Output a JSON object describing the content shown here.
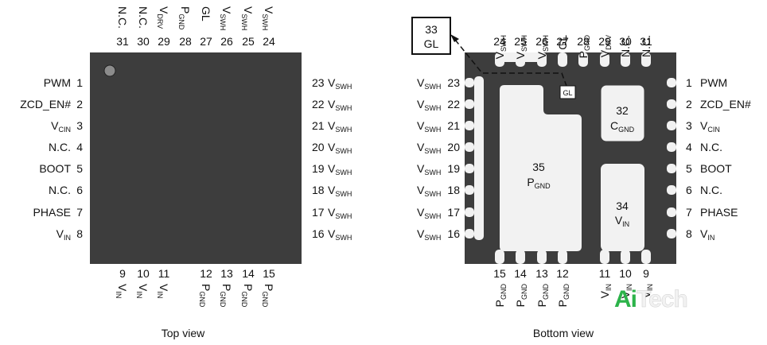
{
  "colors": {
    "package": "#3d3d3d",
    "pad": "#f2f2f2",
    "text": "#111111",
    "watermark_green": "#2cb34a"
  },
  "top_view": {
    "caption": "Top view",
    "left_pins": [
      {
        "name": "PWM",
        "num": "1"
      },
      {
        "name": "ZCD_EN#",
        "num": "2"
      },
      {
        "name": "V",
        "sub": "CIN",
        "num": "3"
      },
      {
        "name": "N.C.",
        "num": "4"
      },
      {
        "name": "BOOT",
        "num": "5"
      },
      {
        "name": "N.C.",
        "num": "6"
      },
      {
        "name": "PHASE",
        "num": "7"
      },
      {
        "name": "V",
        "sub": "IN",
        "num": "8"
      }
    ],
    "right_pins": [
      {
        "num": "23",
        "name": "V",
        "sub": "SWH"
      },
      {
        "num": "22",
        "name": "V",
        "sub": "SWH"
      },
      {
        "num": "21",
        "name": "V",
        "sub": "SWH"
      },
      {
        "num": "20",
        "name": "V",
        "sub": "SWH"
      },
      {
        "num": "19",
        "name": "V",
        "sub": "SWH"
      },
      {
        "num": "18",
        "name": "V",
        "sub": "SWH"
      },
      {
        "num": "17",
        "name": "V",
        "sub": "SWH"
      },
      {
        "num": "16",
        "name": "V",
        "sub": "SWH"
      }
    ],
    "top_pins": [
      {
        "num": "31",
        "name": "N.C."
      },
      {
        "num": "30",
        "name": "N.C."
      },
      {
        "num": "29",
        "name": "V",
        "sub": "DRV"
      },
      {
        "num": "28",
        "name": "P",
        "sub": "GND"
      },
      {
        "num": "27",
        "name": "GL"
      },
      {
        "num": "26",
        "name": "V",
        "sub": "SWH"
      },
      {
        "num": "25",
        "name": "V",
        "sub": "SWH"
      },
      {
        "num": "24",
        "name": "V",
        "sub": "SWH"
      }
    ],
    "bottom_pins": [
      {
        "num": "9",
        "name": "V",
        "sub": "IN"
      },
      {
        "num": "10",
        "name": "V",
        "sub": "IN"
      },
      {
        "num": "11",
        "name": "V",
        "sub": "IN"
      },
      {
        "num": "12",
        "name": "P",
        "sub": "GND"
      },
      {
        "num": "13",
        "name": "P",
        "sub": "GND"
      },
      {
        "num": "14",
        "name": "P",
        "sub": "GND"
      },
      {
        "num": "15",
        "name": "P",
        "sub": "GND"
      }
    ]
  },
  "bottom_view": {
    "caption": "Bottom view",
    "callout": {
      "num": "33",
      "name": "GL"
    },
    "gl_pad_label": "GL",
    "pad32": {
      "num": "32",
      "name": "C",
      "sub": "GND"
    },
    "pad35": {
      "num": "35",
      "name": "P",
      "sub": "GND"
    },
    "pad34": {
      "num": "34",
      "name": "V",
      "sub": "IN"
    },
    "left_pins": [
      {
        "name": "V",
        "sub": "SWH",
        "num": "23"
      },
      {
        "name": "V",
        "sub": "SWH",
        "num": "22"
      },
      {
        "name": "V",
        "sub": "SWH",
        "num": "21"
      },
      {
        "name": "V",
        "sub": "SWH",
        "num": "20"
      },
      {
        "name": "V",
        "sub": "SWH",
        "num": "19"
      },
      {
        "name": "V",
        "sub": "SWH",
        "num": "18"
      },
      {
        "name": "V",
        "sub": "SWH",
        "num": "17"
      },
      {
        "name": "V",
        "sub": "SWH",
        "num": "16"
      }
    ],
    "right_pins": [
      {
        "num": "1",
        "name": "PWM"
      },
      {
        "num": "2",
        "name": "ZCD_EN#"
      },
      {
        "num": "3",
        "name": "V",
        "sub": "CIN"
      },
      {
        "num": "4",
        "name": "N.C."
      },
      {
        "num": "5",
        "name": "BOOT"
      },
      {
        "num": "6",
        "name": "N.C."
      },
      {
        "num": "7",
        "name": "PHASE"
      },
      {
        "num": "8",
        "name": "V",
        "sub": "IN"
      }
    ],
    "top_pins": [
      {
        "num": "24",
        "name": "V",
        "sub": "SWH"
      },
      {
        "num": "25",
        "name": "V",
        "sub": "SWH"
      },
      {
        "num": "26",
        "name": "V",
        "sub": "SWH"
      },
      {
        "num": "27",
        "name": "GL"
      },
      {
        "num": "28",
        "name": "P",
        "sub": "GND"
      },
      {
        "num": "29",
        "name": "V",
        "sub": "DRV"
      },
      {
        "num": "30",
        "name": "N.C."
      },
      {
        "num": "31",
        "name": "N.C."
      }
    ],
    "bottom_pins": [
      {
        "num": "15",
        "name": "P",
        "sub": "GND"
      },
      {
        "num": "14",
        "name": "P",
        "sub": "GND"
      },
      {
        "num": "13",
        "name": "P",
        "sub": "GND"
      },
      {
        "num": "12",
        "name": "P",
        "sub": "GND"
      },
      {
        "num": "11",
        "name": "V",
        "sub": "IN"
      },
      {
        "num": "10",
        "name": "V",
        "sub": "IN"
      },
      {
        "num": "9",
        "name": "V",
        "sub": "IN"
      }
    ]
  },
  "watermark": {
    "part1": "Ai",
    "part2": "Tech"
  }
}
